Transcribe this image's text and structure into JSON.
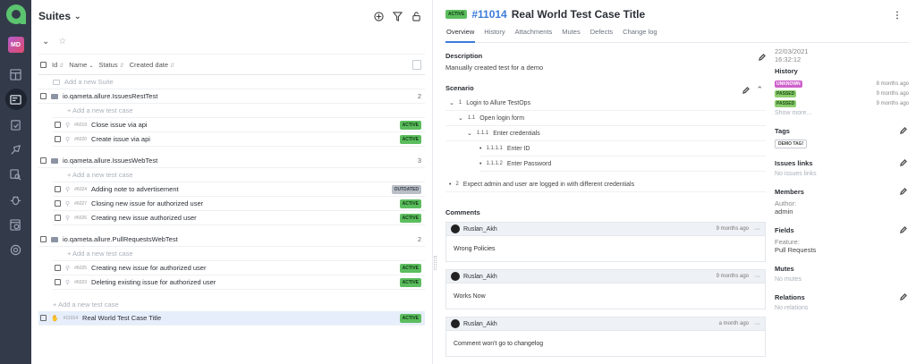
{
  "sidebar": {
    "avatar_initials": "MD",
    "items": [
      {
        "name": "dashboard-icon"
      },
      {
        "name": "test-cases-icon",
        "active": true
      },
      {
        "name": "test-plans-icon"
      },
      {
        "name": "launches-icon"
      },
      {
        "name": "analytics-icon"
      },
      {
        "name": "defects-icon"
      },
      {
        "name": "jobs-icon"
      },
      {
        "name": "settings-icon"
      }
    ]
  },
  "left": {
    "title": "Suites",
    "columns": [
      "Id",
      "Name",
      "Status",
      "Created date"
    ],
    "add_suite": "Add a new Suite",
    "add_case": "+ Add a new test case",
    "suites": [
      {
        "name": "io.qameta.allure.IssuesRestTest",
        "count": "2",
        "cases": [
          {
            "id": "#6019",
            "name": "Close issue via api",
            "status": "ACTIVE"
          },
          {
            "id": "#6020",
            "name": "Create issue via api",
            "status": "ACTIVE"
          }
        ]
      },
      {
        "name": "io.qameta.allure.IssuesWebTest",
        "count": "3",
        "cases": [
          {
            "id": "#6024",
            "name": "Adding note to advertisement",
            "status": "OUTDATED"
          },
          {
            "id": "#6027",
            "name": "Closing new issue for authorized user",
            "status": "ACTIVE"
          },
          {
            "id": "#6026",
            "name": "Creating new issue authorized user",
            "status": "ACTIVE"
          }
        ]
      },
      {
        "name": "io.qameta.allure.PullRequestsWebTest",
        "count": "2",
        "cases": [
          {
            "id": "#6025",
            "name": "Creating new issue for authorized user",
            "status": "ACTIVE"
          },
          {
            "id": "#6023",
            "name": "Deleting existing issue for authorized user",
            "status": "ACTIVE"
          }
        ]
      }
    ],
    "root_add_case": "+ Add a new test case",
    "selected": {
      "id": "#11014",
      "name": "Real World Test Case Title",
      "status": "ACTIVE"
    }
  },
  "detail": {
    "status": "ACTIVE",
    "id": "#11014",
    "title": "Real World Test Case Title",
    "tabs": [
      "Overview",
      "History",
      "Attachments",
      "Mutes",
      "Defects",
      "Change log"
    ],
    "description_title": "Description",
    "description": "Manually created test for a demo",
    "scenario_title": "Scenario",
    "steps": [
      {
        "num": "1",
        "text": "Login to Allure TestOps",
        "indent": 0,
        "marker": "chevron"
      },
      {
        "num": "1.1",
        "text": "Open login form",
        "indent": 1,
        "marker": "chevron"
      },
      {
        "num": "1.1.1",
        "text": "Enter credentials",
        "indent": 2,
        "marker": "chevron"
      },
      {
        "num": "1.1.1.1",
        "text": "Enter ID",
        "indent": 3,
        "marker": "bullet"
      },
      {
        "num": "1.1.1.2",
        "text": "Enter Password",
        "indent": 3,
        "marker": "bullet"
      },
      {
        "num": "2",
        "text": "Expect admin and user are logged in with different credentials",
        "indent": 0,
        "marker": "bullet"
      }
    ],
    "comments_title": "Comments",
    "comments": [
      {
        "author": "Ruslan_Akh",
        "time": "9 months ago",
        "text": "Wrong Policies"
      },
      {
        "author": "Ruslan_Akh",
        "time": "9 months ago",
        "text": "Works Now"
      },
      {
        "author": "Ruslan_Akh",
        "time": "a month ago",
        "text": "Comment won't go to changelog"
      }
    ]
  },
  "aside": {
    "date": "22/03/2021",
    "time": "16:32:12",
    "history_title": "History",
    "history": [
      {
        "status": "UNKNOWN",
        "when": "8 months ago"
      },
      {
        "status": "PASSED",
        "when": "9 months ago"
      },
      {
        "status": "PASSED",
        "when": "9 months ago"
      }
    ],
    "show_more": "Show more...",
    "tags_title": "Tags",
    "tags": [
      "DEMO TAG!"
    ],
    "issues_title": "Issues links",
    "issues_empty": "No issues links",
    "members_title": "Members",
    "members_label": "Author:",
    "members_value": "admin",
    "fields_title": "Fields",
    "fields_label": "Feature:",
    "fields_value": "Pull Requests",
    "mutes_title": "Mutes",
    "mutes_empty": "No mutes",
    "relations_title": "Relations",
    "relations_empty": "No relations"
  },
  "colors": {
    "accent": "#3d7bd8",
    "active": "#5cbd5e",
    "outdated": "#b9bec7",
    "unknown": "#cf62cc",
    "passed": "#8ccd6e",
    "sidebar": "#333b4a"
  }
}
